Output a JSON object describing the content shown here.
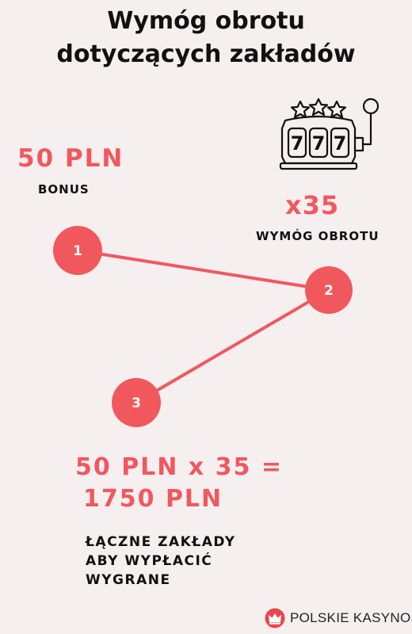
{
  "title": {
    "line1": "Wymóg obrotu",
    "line2": "dotyczących zakładów"
  },
  "steps": [
    {
      "number": "1",
      "value": "50 PLN",
      "label": "BONUS"
    },
    {
      "number": "2",
      "value": "x35",
      "label": "WYMÓG OBROTU"
    },
    {
      "number": "3",
      "calc_line1": "50 PLN x 35 =",
      "calc_line2": "1750 PLN",
      "label_lines": [
        "ŁĄCZNE ZAKŁADY",
        "ABY WYPŁACIĆ",
        "WYGRANE"
      ]
    }
  ],
  "brand": {
    "name": "POLSKIE KASYNOS",
    "logo_icon": "crown-logo-icon"
  },
  "icons": {
    "slot_machine": "slot-machine-icon",
    "slot_reels": "777"
  },
  "colors": {
    "accent": "#f0585e",
    "background": "#f6eff0",
    "text": "#111111"
  }
}
